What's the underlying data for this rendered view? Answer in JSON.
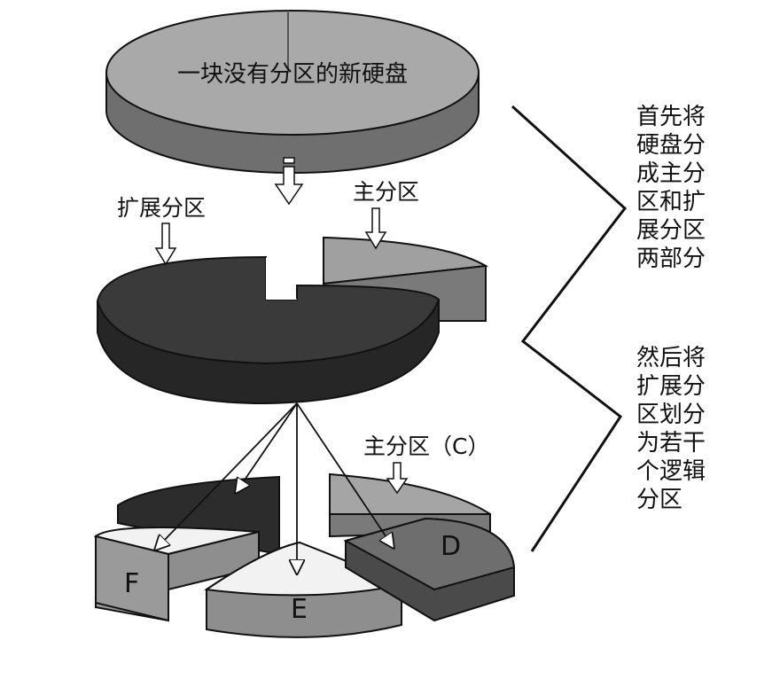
{
  "top_disk": {
    "label": "一块没有分区的新硬盘"
  },
  "middle": {
    "extended_label": "扩展分区",
    "primary_label": "主分区"
  },
  "bottom": {
    "primary_c_label": "主分区（C）",
    "slice_labels": {
      "d": "D",
      "e": "E",
      "f": "F"
    }
  },
  "notes": {
    "step1": [
      "首先将",
      "硬盘分",
      "成主分",
      "区和扩",
      "展分区",
      "两部分"
    ],
    "step2": [
      "然后将",
      "扩展分",
      "区划分",
      "为若干",
      "个逻辑",
      "分区"
    ]
  },
  "colors": {
    "top_face": "#a9a9a9",
    "top_side": "#6f6f6f",
    "ext_face": "#3a3a3a",
    "ext_side": "#262626",
    "pri_face": "#a0a0a0",
    "pri_side": "#6a6a6a",
    "slice_white": "#f2f2f2",
    "slice_gray_side": "#8e8e8e",
    "slice_dark": "#2c2c2c",
    "slice_d_face": "#6e6e6e",
    "slice_d_side": "#4a4a4a"
  }
}
